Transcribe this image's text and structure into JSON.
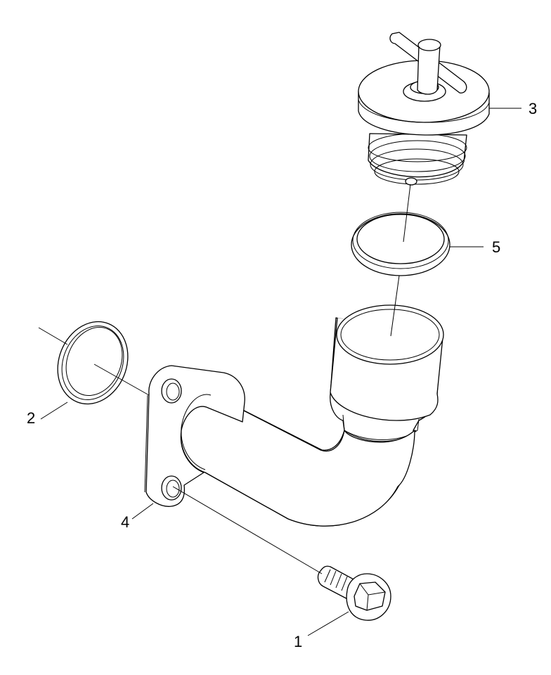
{
  "diagram": {
    "callouts": [
      {
        "id": "callout-1",
        "label": "1"
      },
      {
        "id": "callout-2",
        "label": "2"
      },
      {
        "id": "callout-3",
        "label": "3"
      },
      {
        "id": "callout-4",
        "label": "4"
      },
      {
        "id": "callout-5",
        "label": "5"
      }
    ],
    "colors": {
      "ink": "#000000",
      "paper": "#ffffff"
    }
  }
}
